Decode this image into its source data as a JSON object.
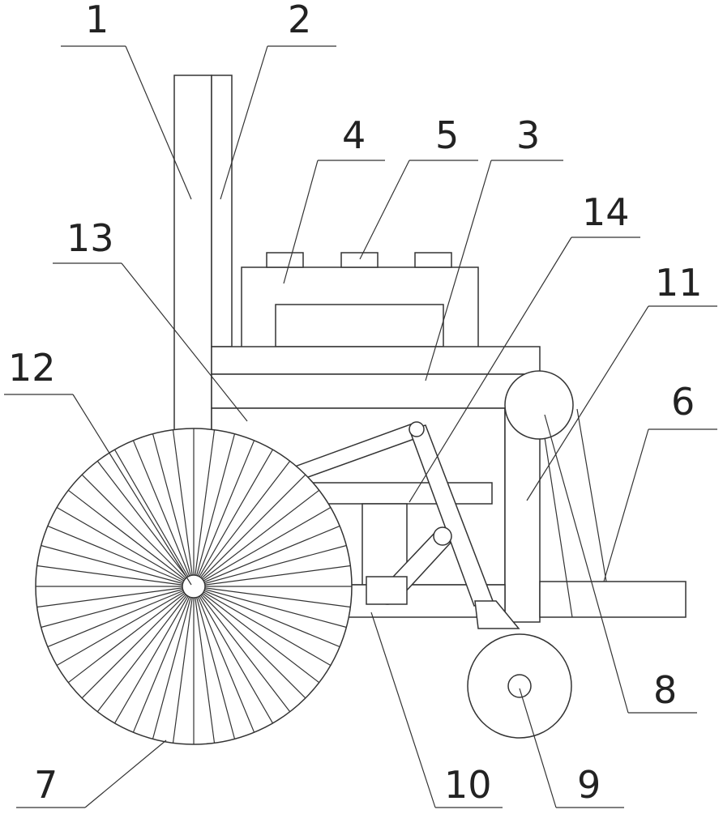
{
  "figure": {
    "labels": [
      {
        "id": "label-1",
        "text": "1"
      },
      {
        "id": "label-2",
        "text": "2"
      },
      {
        "id": "label-3",
        "text": "3"
      },
      {
        "id": "label-4",
        "text": "4"
      },
      {
        "id": "label-5",
        "text": "5"
      },
      {
        "id": "label-6",
        "text": "6"
      },
      {
        "id": "label-7",
        "text": "7"
      },
      {
        "id": "label-8",
        "text": "8"
      },
      {
        "id": "label-9",
        "text": "9"
      },
      {
        "id": "label-10",
        "text": "10"
      },
      {
        "id": "label-11",
        "text": "11"
      },
      {
        "id": "label-12",
        "text": "12"
      },
      {
        "id": "label-13",
        "text": "13"
      },
      {
        "id": "label-14",
        "text": "14"
      }
    ]
  }
}
